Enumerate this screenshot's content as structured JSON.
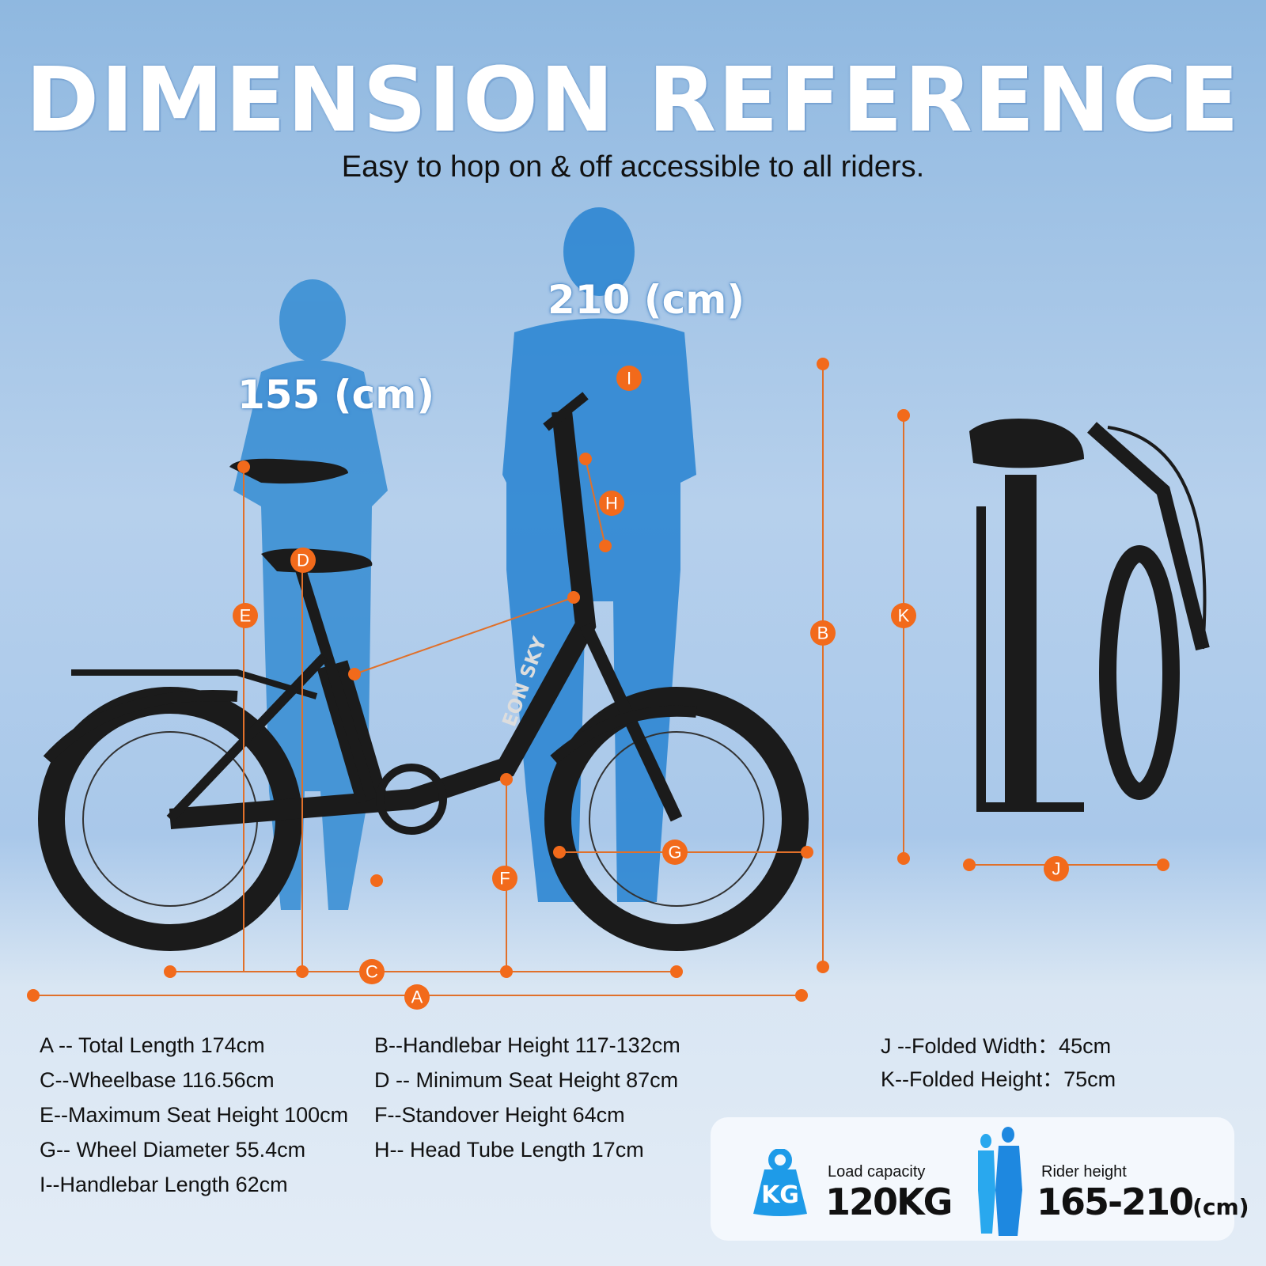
{
  "header": {
    "title": "DIMENSION REFERENCE",
    "subtitle": "Easy to hop on & off accessible to all riders."
  },
  "figures": {
    "female_height": "155 (cm)",
    "male_height": "210 (cm)"
  },
  "markers": [
    "A",
    "B",
    "C",
    "D",
    "E",
    "F",
    "G",
    "H",
    "I",
    "J",
    "K"
  ],
  "bike_brand": "EON SKY",
  "specs": {
    "left": [
      "A -- Total Length 174cm",
      "C--Wheelbase 116.56cm",
      "E--Maximum Seat Height 100cm",
      "G-- Wheel Diameter 55.4cm",
      "I--Handlebar Length 62cm"
    ],
    "middle": [
      "B--Handlebar Height 117-132cm",
      "D -- Minimum Seat Height 87cm",
      "F--Standover Height 64cm",
      "H-- Head Tube Length 17cm"
    ],
    "folded": [
      "J --Folded Width：45cm",
      "K--Folded Height：75cm"
    ]
  },
  "card": {
    "load_label": "Load capacity",
    "load_value": "120KG",
    "kg_icon_text": "KG",
    "rider_label": "Rider height",
    "rider_value": "165-210",
    "rider_unit": "(cm)"
  },
  "colors": {
    "accent": "#f26a1b",
    "silhouette": "#2f86cf",
    "icon_blue": "#1e9be8"
  }
}
